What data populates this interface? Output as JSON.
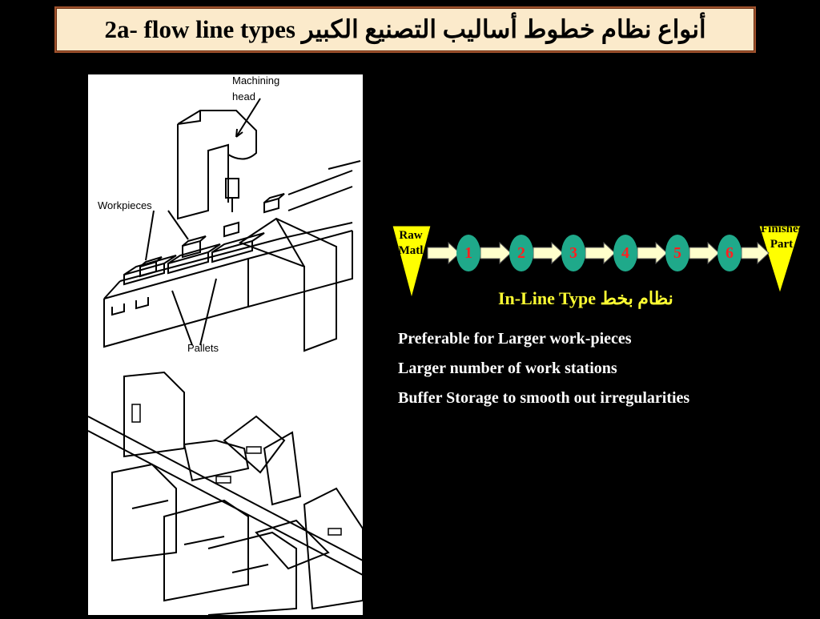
{
  "slide": {
    "title": "2a- flow line types أنواع نظام خطوط أساليب التصنيع الكبير"
  },
  "figure_top": {
    "labels": {
      "machining_head_1": "Machining",
      "machining_head_2": "head",
      "workpieces": "Workpieces",
      "pallets": "Pallets"
    }
  },
  "flow_diagram": {
    "start_label_1": "Raw",
    "start_label_2": "Matl",
    "end_label_1": "Finished",
    "end_label_2": "Part",
    "stations": [
      "1",
      "2",
      "3",
      "4",
      "5",
      "6"
    ],
    "caption": "In-Line Type نظام بخط",
    "colors": {
      "triangle": "#ffff00",
      "station_fill": "#1fa98a",
      "station_text": "#ff2020",
      "arrow": "#ffffcc",
      "caption": "#ffff33"
    }
  },
  "bullets": [
    "Preferable for Larger work-pieces",
    "Larger number of work stations",
    "Buffer Storage to smooth out irregularities"
  ]
}
